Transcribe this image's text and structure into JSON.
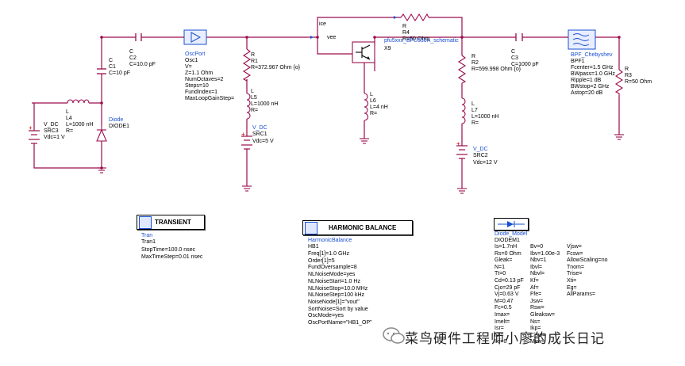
{
  "components": {
    "src3": {
      "type": "V_DC",
      "name": "SRC3",
      "param": "Vdc=1 V"
    },
    "l4": {
      "type": "L",
      "name": "L4",
      "p1": "L=1000 nH",
      "p2": "R="
    },
    "diode1": {
      "type": "Diode",
      "name": "DIODE1"
    },
    "c1": {
      "type": "C",
      "name": "C1",
      "param": "C=10 pF"
    },
    "c2": {
      "type": "C",
      "name": "C2",
      "param": "C=10.0 pF"
    },
    "osc1": {
      "type": "OscPort",
      "name": "Osc1",
      "params": [
        "V=",
        "Z=1.1 Ohm",
        "NumOctaves=2",
        "Steps=10",
        "FundIndex=1",
        "MaxLoopGainStep="
      ]
    },
    "r1": {
      "type": "R",
      "name": "R1",
      "param": "R=372.967 Ohm {o}"
    },
    "l5": {
      "type": "L",
      "name": "L5",
      "p1": "L=1000 nH",
      "p2": "R="
    },
    "src1": {
      "type": "V_DC",
      "name": "SRC1",
      "param": "Vdc=5 V"
    },
    "r4": {
      "type": "R",
      "name": "R4",
      "param": "R=50 Ohm"
    },
    "x9": {
      "name": "X9",
      "label": "pfu5xxx_BFU530A_schematic",
      "pin1": "ice",
      "pin2": "vee"
    },
    "l6": {
      "type": "L",
      "name": "L6",
      "p1": "L=4 nH",
      "p2": "R="
    },
    "r2": {
      "type": "R",
      "name": "R2",
      "param": "R=599.998 Ohm {o}"
    },
    "l7": {
      "type": "L",
      "name": "L7",
      "p1": "L=1000 nH",
      "p2": "R="
    },
    "src2": {
      "type": "V_DC",
      "name": "SRC2",
      "param": "Vdc=12 V"
    },
    "c3": {
      "type": "C",
      "name": "C3",
      "param": "C=1000 pF"
    },
    "bpf1": {
      "type": "BPF_Chebyshev",
      "name": "BPF1",
      "params": [
        "Fcenter=1.5 GHz",
        "BWpass=1.0 GHz",
        "Ripple=1 dB",
        "BWstop=2 GHz",
        "Astop=20 dB"
      ]
    },
    "r3": {
      "type": "R",
      "name": "R3",
      "param": "R=50 Ohm"
    }
  },
  "transient": {
    "title": "TRANSIENT",
    "type": "Tran",
    "name": "Tran1",
    "params": [
      "StopTime=100.0 nsec",
      "MaxTimeStep=0.01 nsec"
    ]
  },
  "hb": {
    "title": "HARMONIC BALANCE",
    "type": "HarmonicBalance",
    "name": "HB1",
    "params": [
      "Freq[1]=1.0 GHz",
      "Order[1]=5",
      "FundOversample=8",
      "NLNoiseMode=yes",
      "NLNoiseStart=1.0 Hz",
      "NLNoiseStop=10.0 MHz",
      "NLNoiseStep=100 kHz",
      "NoiseNode[1]=\"vout\"",
      "SortNoise=Sort by value",
      "OscMode=yes",
      "OscPortName=\"HB1_OP\""
    ]
  },
  "diode_model": {
    "type": "Diode_Model",
    "name": "DIODEM1",
    "col1": [
      "Is=1.7nH",
      "Rs=0 Ohm",
      "Gleak=",
      "N=1",
      "Tt=0",
      "Cd=0.13 pF",
      "Cjo=29 pF",
      "Vj=0.63 V",
      "M=0.47",
      "Fc=0.5",
      "Imax=",
      "Imelt=",
      "Isr=",
      "Nr=",
      "Ikf=0"
    ],
    "col2": [
      "Bv=0",
      "Ibv=1.00e-3",
      "Nbv=1",
      "Ibvl=",
      "Nbvl=",
      "Kf=",
      "Af=",
      "Ffe=",
      "Jsw=",
      "Rsw=",
      "Gleaksw=",
      "Ns=",
      "Ikp=",
      "Cjsw=",
      "Msw="
    ],
    "col3": [
      "Vjsw=",
      "Fcsw=",
      "AllowScaling=no",
      "Tnom=",
      "Trise=",
      "Xti=",
      "Eg=",
      "AllParams="
    ]
  },
  "watermark": "菜鸟硬件工程师小廖的成长日记"
}
